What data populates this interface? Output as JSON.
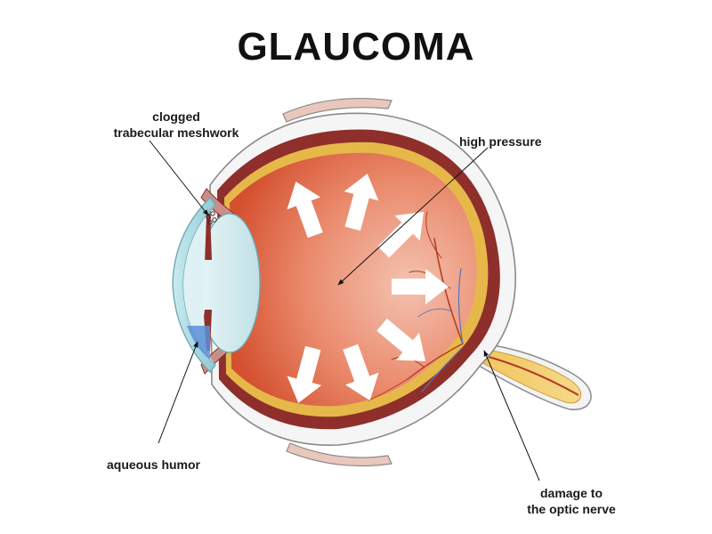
{
  "title": "GLAUCOMA",
  "labels": {
    "trabecular": [
      "clogged",
      "trabecular meshwork"
    ],
    "high_pressure": "high pressure",
    "aqueous": "aqueous humor",
    "optic": [
      "damage to",
      "the optic nerve"
    ]
  },
  "colors": {
    "sclera_outline": "#8a8a8a",
    "choroid": "#8e2f2b",
    "retina": "#e6b84a",
    "vitreous_dark": "#d9573b",
    "vitreous_light": "#f2b9a6",
    "lens": "#cfe9ee",
    "cornea": "#9fd3dc",
    "aqueous": "#5b8fd6",
    "arrow": "#ffffff",
    "vessel_red": "#b23a22",
    "vessel_blue": "#5a74b8"
  }
}
